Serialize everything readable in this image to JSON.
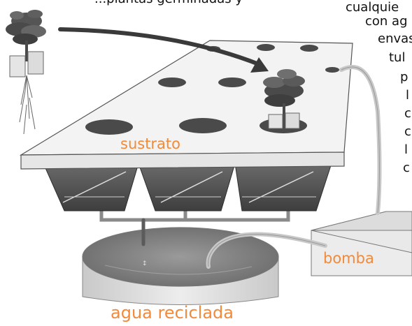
{
  "labels": {
    "substrate": "sustrato",
    "pump": "bomba",
    "water": "agua reciclada"
  },
  "side_text": {
    "top_line": "...plantas germinadas y",
    "lines": [
      "cualquie",
      "con ag",
      "envas",
      "tul",
      "p",
      "l",
      "c",
      "c",
      "l",
      "c"
    ]
  },
  "colors": {
    "label_orange": "#f08a3c",
    "plant_dark": "#4a4a4a",
    "board_fill": "#f3f3f3",
    "trough_fill": "#5a5a5a",
    "pump_fill": "#e9e9e9",
    "tube": "#c8c8c8"
  },
  "icons": [
    "seedling-icon",
    "curved-arrow-icon",
    "potted-plant-icon"
  ]
}
